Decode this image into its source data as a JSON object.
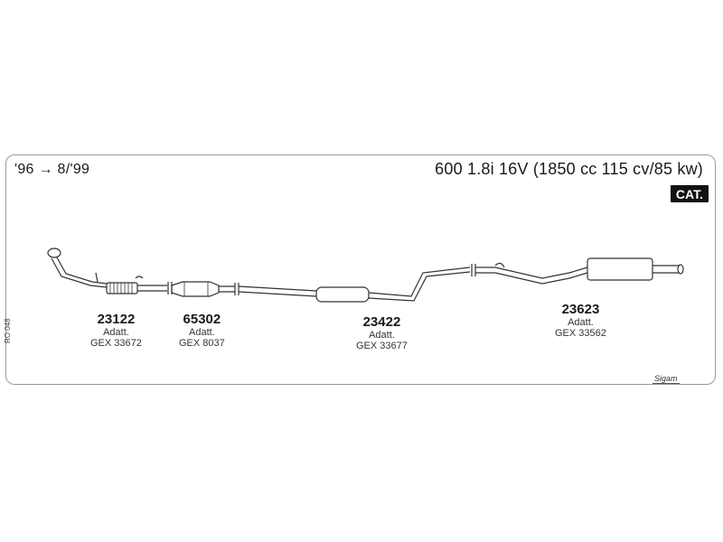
{
  "header": {
    "date_range": "'96 → 8/'99",
    "model": "600 1.8i 16V (1850 cc 115 cv/85 kw)",
    "badge": "CAT."
  },
  "parts": [
    {
      "number": "23122",
      "adapt": "Adatt.",
      "gex": "GEX 33672"
    },
    {
      "number": "65302",
      "adapt": "Adatt.",
      "gex": "GEX 8037"
    },
    {
      "number": "23422",
      "adapt": "Adatt.",
      "gex": "GEX 33677"
    },
    {
      "number": "23623",
      "adapt": "Adatt.",
      "gex": "GEX 33562"
    }
  ],
  "side_code": "RO 048",
  "brand": "Sigam"
}
